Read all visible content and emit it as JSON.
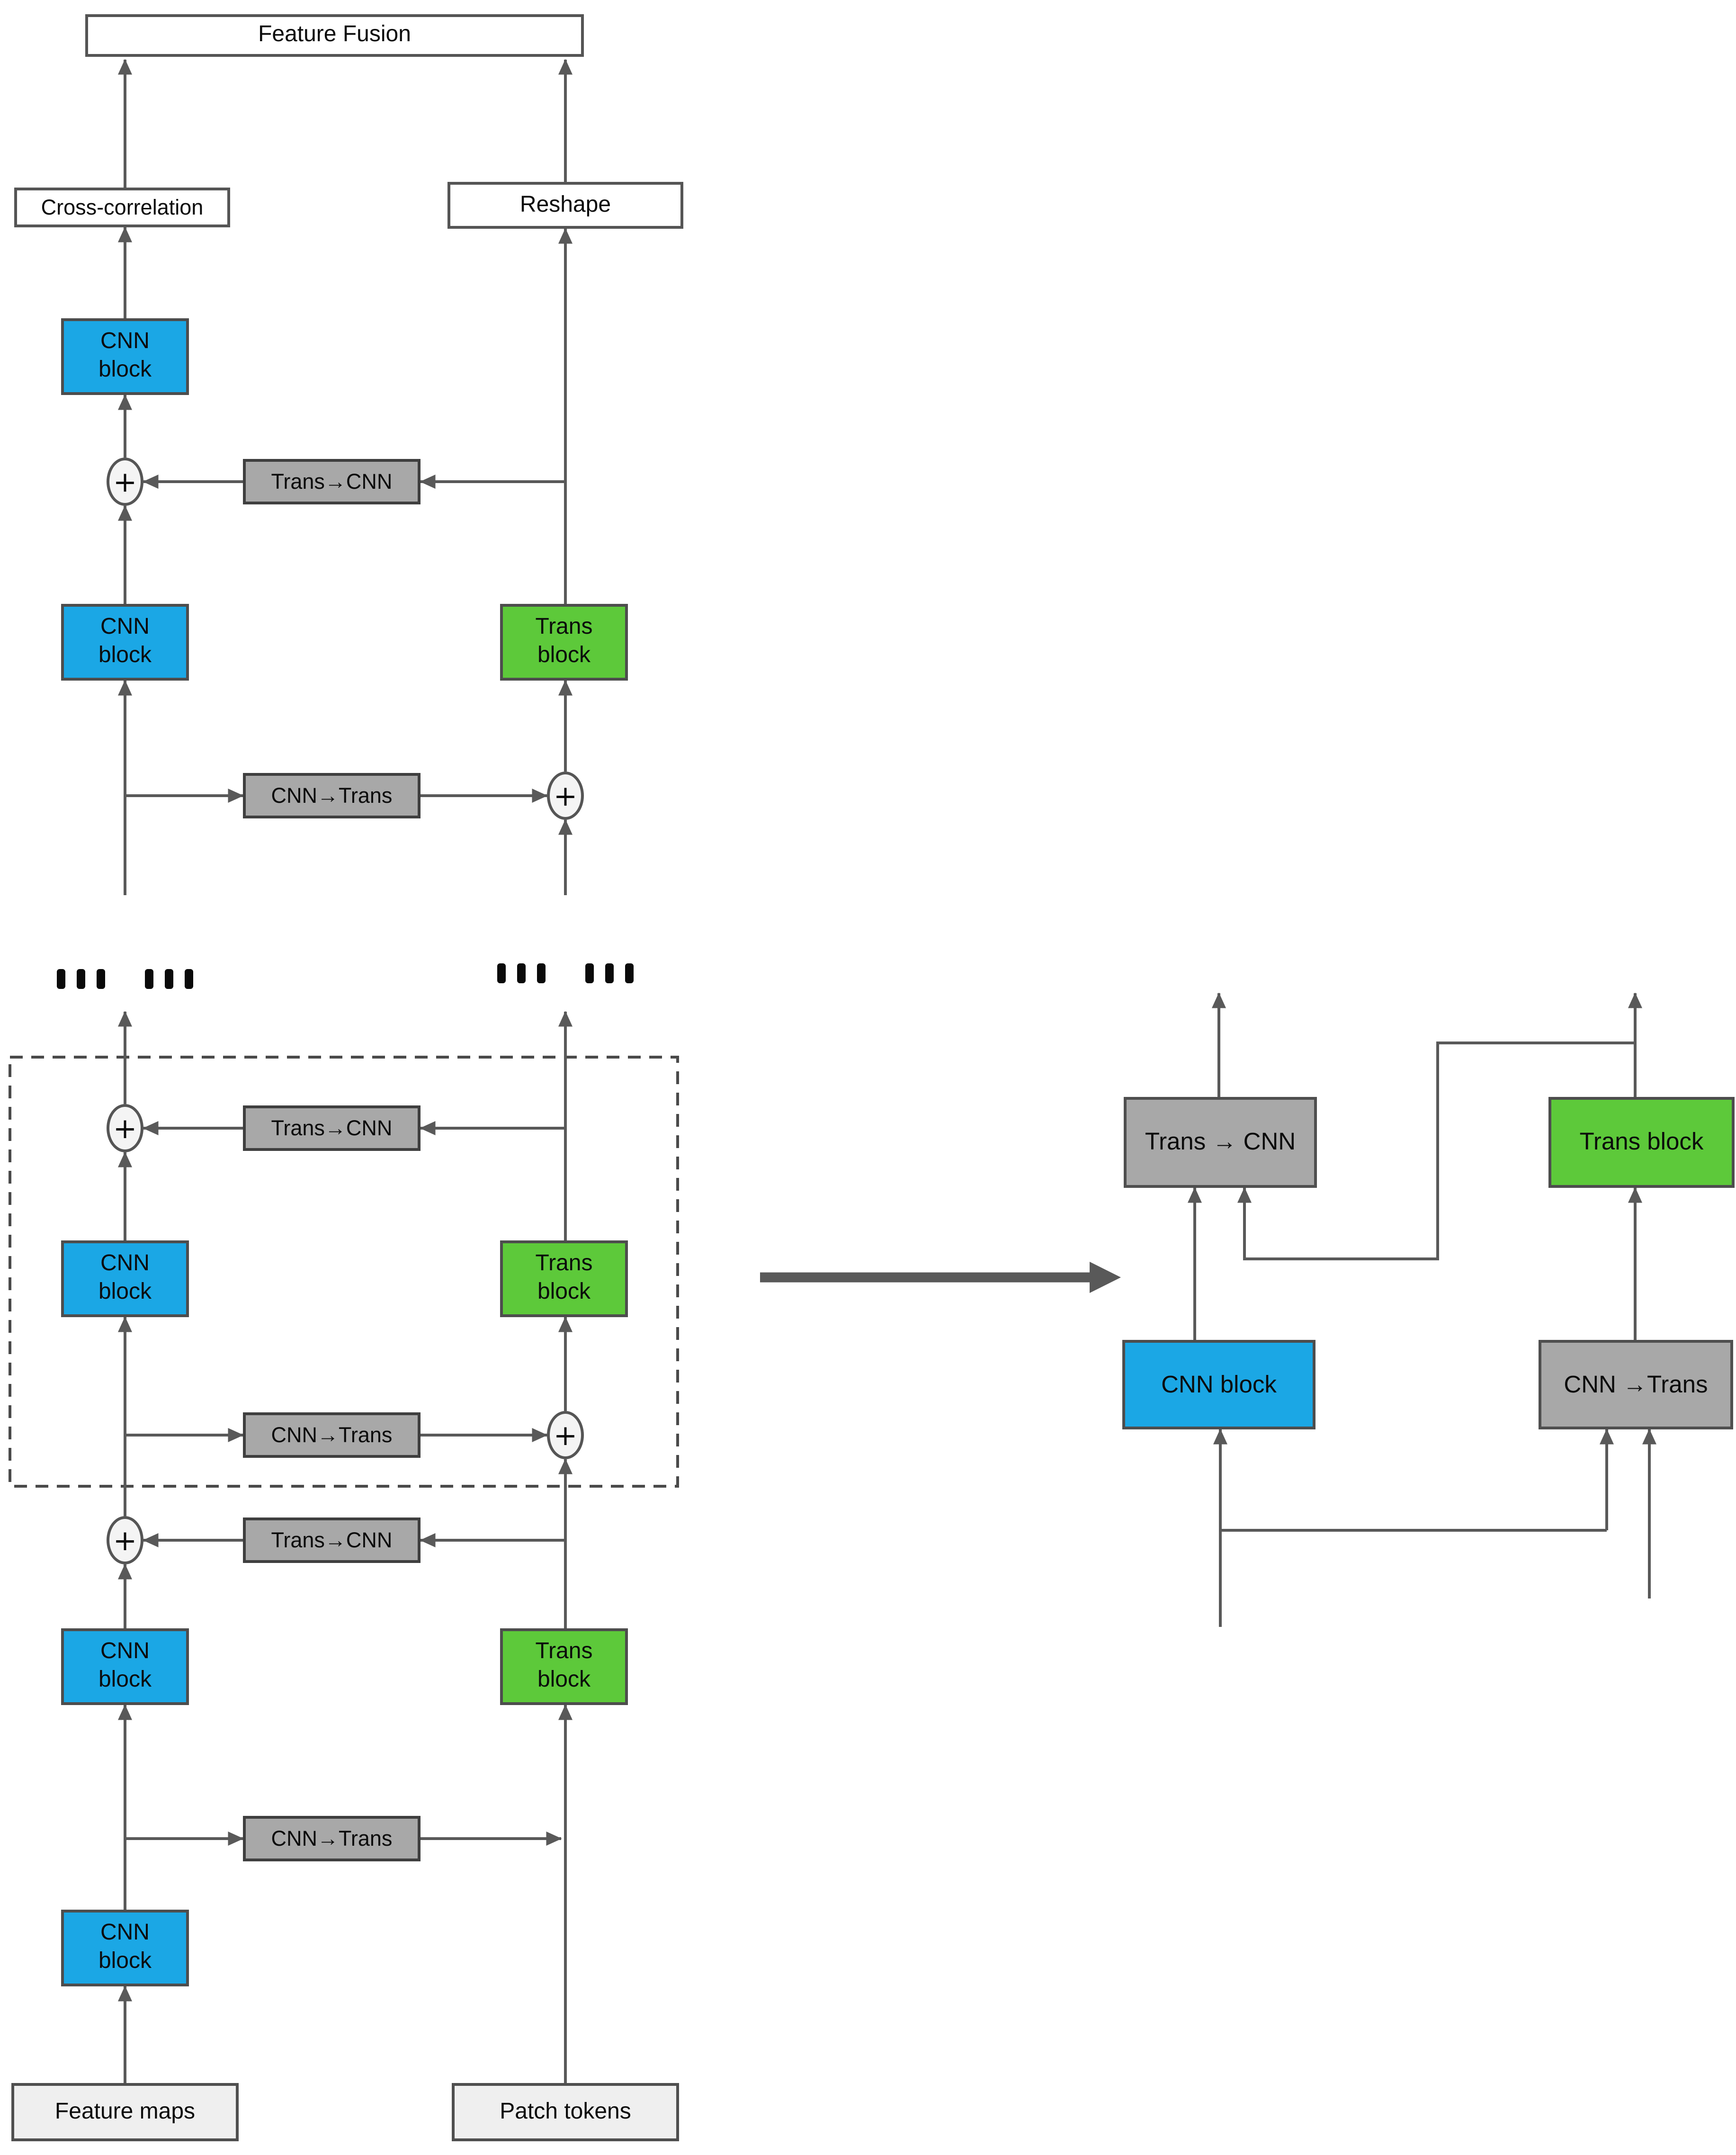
{
  "figure": {
    "left": {
      "feature_fusion": "Feature Fusion",
      "cross_correlation": "Cross-correlation",
      "reshape": "Reshape",
      "cnn_block": "CNN\nblock",
      "trans_block": "Trans\nblock",
      "trans_to_cnn": "Trans→CNN",
      "cnn_to_trans": "CNN→Trans",
      "plus": "+",
      "feature_maps": "Feature maps",
      "patch_tokens": "Patch tokens"
    },
    "right": {
      "trans_to_cnn": "Trans → CNN",
      "trans_block": "Trans block",
      "cnn_block": "CNN block",
      "cnn_to_trans": "CNN →Trans"
    },
    "colors": {
      "cnn_block_blue": "#1BA7E5",
      "trans_block_green": "#5DC93A",
      "converter_gray": "#A8A8A8",
      "line_gray": "#595959",
      "plus_circle_fill": "#F4F4F4",
      "io_box_fill": "#EFEFEF",
      "title_box_fill": "#FFFFFF"
    }
  }
}
